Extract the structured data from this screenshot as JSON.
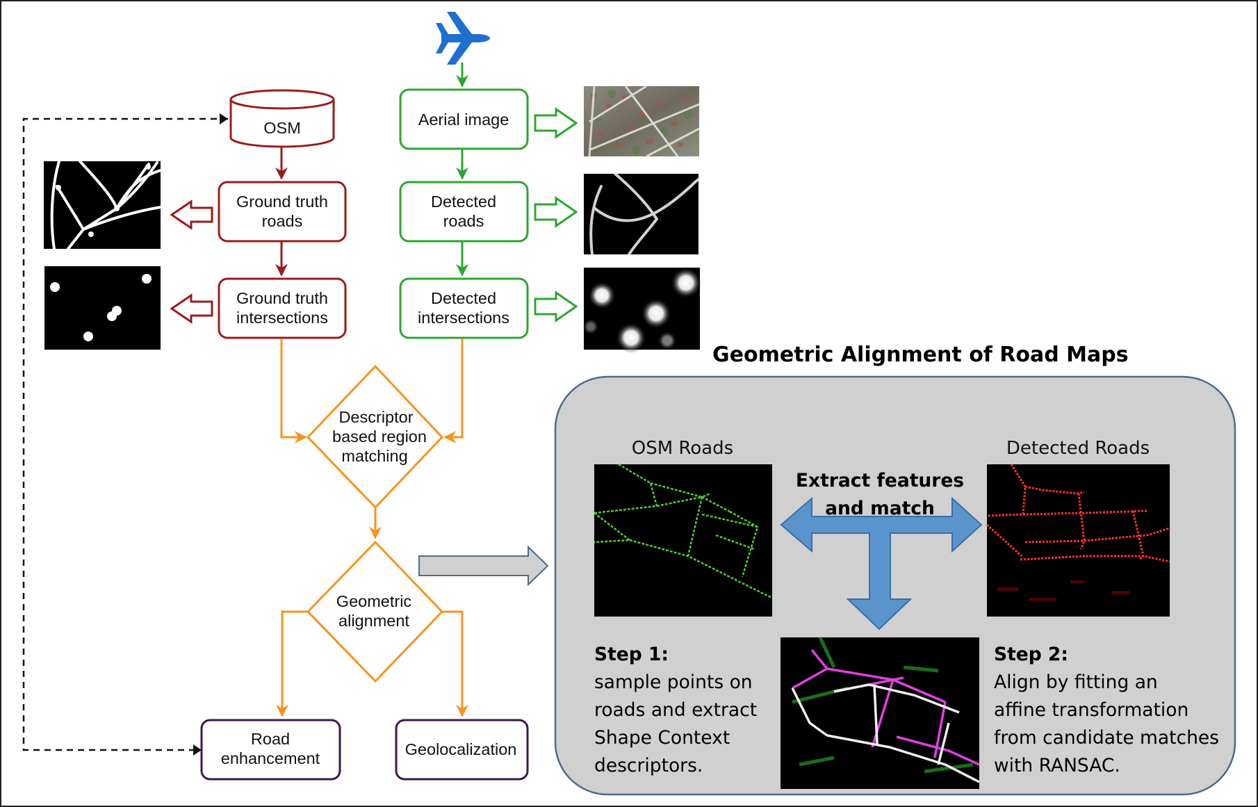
{
  "nodes": {
    "osm": "OSM",
    "aerial_image": "Aerial image",
    "gt_roads": [
      "Ground truth",
      "roads"
    ],
    "detected_roads": [
      "Detected",
      "roads"
    ],
    "gt_intersections": [
      "Ground truth",
      "intersections"
    ],
    "detected_intersections": [
      "Detected",
      "intersections"
    ],
    "descriptor_matching": [
      "Descriptor",
      "based region",
      "matching"
    ],
    "geometric_alignment": [
      "Geometric",
      "alignment"
    ],
    "road_enhancement": [
      "Road",
      "enhancement"
    ],
    "geolocalization": "Geolocalization"
  },
  "panel": {
    "title": "Geometric Alignment of Road Maps",
    "osm_roads_caption": "OSM Roads",
    "detected_roads_caption": "Detected Roads",
    "extract_label": [
      "Extract features",
      "and match"
    ],
    "step1_heading": "Step 1:",
    "step1_lines": [
      "sample points on",
      "roads and extract",
      "Shape Context",
      "descriptors."
    ],
    "step2_heading": "Step 2:",
    "step2_lines": [
      "Align by fitting an",
      "affine transformation",
      "from candidate matches",
      "with RANSAC."
    ]
  },
  "colors": {
    "ground_truth": "#9b1b1b",
    "detected": "#2ea52e",
    "decision": "#f7931e",
    "output": "#3b1a4a",
    "panel_bg": "#d0d0d0",
    "panel_border": "#4f6b88",
    "blue_arrow": "#5b93cc",
    "airplane": "#1f6fd1"
  },
  "icons": {
    "airplane": "airplane-icon"
  }
}
